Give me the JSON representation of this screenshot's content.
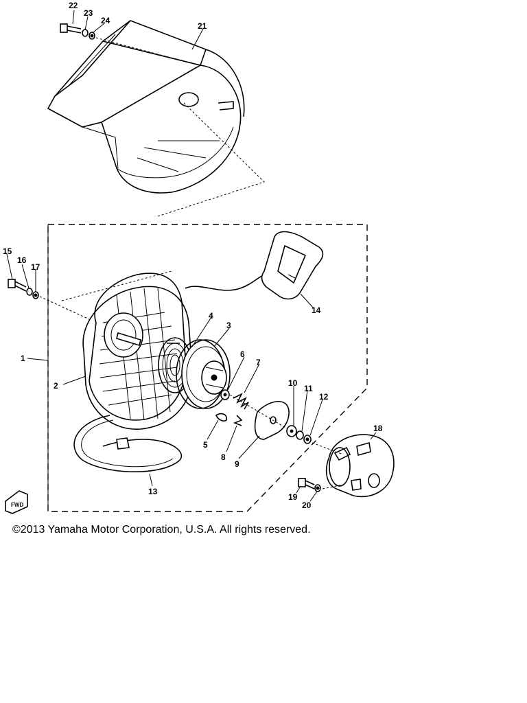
{
  "copyright": "©2013 Yamaha Motor Corporation, U.S.A. All rights reserved.",
  "fwd_label": "FWD",
  "callouts": {
    "c1": "1",
    "c2": "2",
    "c3": "3",
    "c4": "4",
    "c5": "5",
    "c6": "6",
    "c7": "7",
    "c8": "8",
    "c9": "9",
    "c10": "10",
    "c11": "11",
    "c12": "12",
    "c13": "13",
    "c14": "14",
    "c15": "15",
    "c16": "16",
    "c17": "17",
    "c18": "18",
    "c19": "19",
    "c20": "20",
    "c21": "21",
    "c22": "22",
    "c23": "23",
    "c24": "24"
  }
}
